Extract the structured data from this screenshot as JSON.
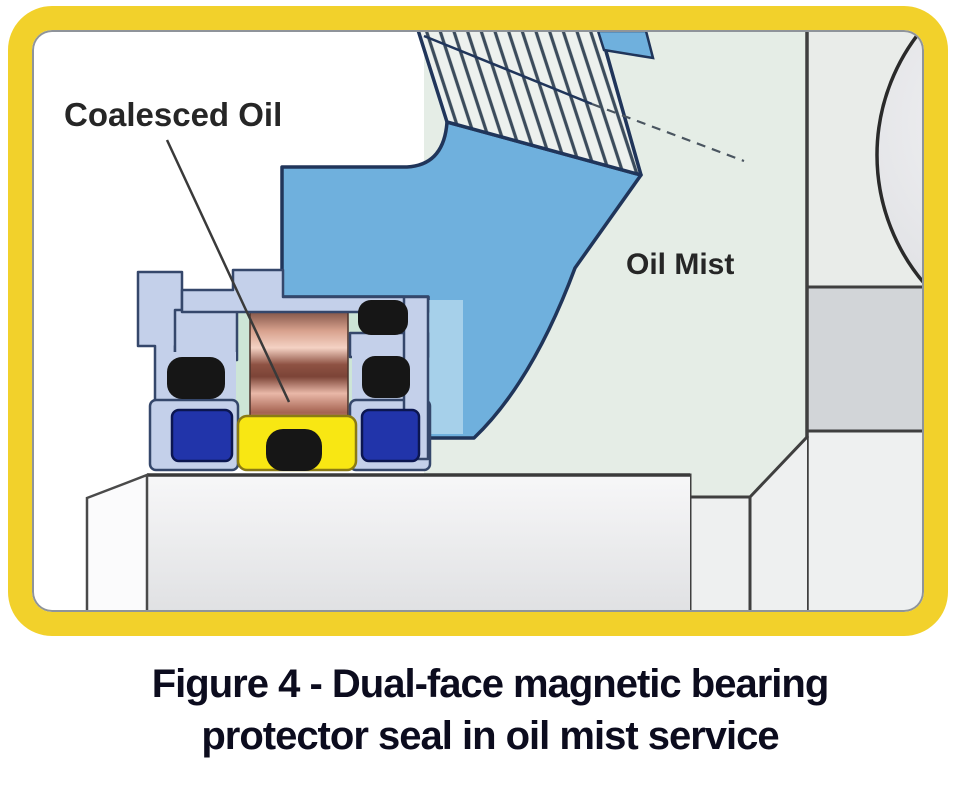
{
  "figure": {
    "caption_line1": "Figure 4 - Dual-face magnetic bearing",
    "caption_line2": "protector seal in oil mist service"
  },
  "labels": {
    "coalesced_oil": "Coalesced Oil",
    "oil_mist": "Oil Mist"
  },
  "colors": {
    "accent_yellow": "#f2d12b",
    "housing_blue": "#6fb0dd",
    "housing_blue_light": "#a6d0ea",
    "seal_lavender": "#c4d0ea",
    "seal_outline": "#35476b",
    "oring_black": "#161616",
    "energizer_blue": "#2134aa",
    "energizer_outline": "#0b1650",
    "rotor_yellow": "#f8e713",
    "rotor_outline": "#8a7a14",
    "carrier_mint": "#cde5d6",
    "carrier_outline": "#587a62",
    "magnet_copper": "#c58e7b",
    "mist_pale": "#e5ede6",
    "shaft_gray": "#ededef",
    "caption_navy": "#0c0c1e",
    "label_dark": "#262626"
  }
}
